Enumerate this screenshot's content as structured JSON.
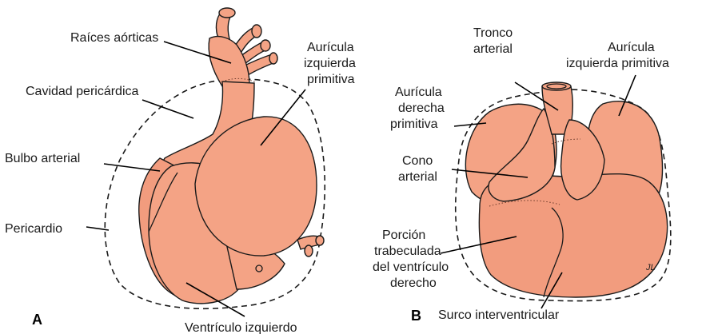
{
  "panel_a": {
    "letter": "A",
    "labels": {
      "aortic_roots": "Raíces aórticas",
      "left_atrium_1": "Aurícula",
      "left_atrium_2": "izquierda",
      "left_atrium_3": "primitiva",
      "pericardial_cavity": "Cavidad pericárdica",
      "bulbus": "Bulbo arterial",
      "pericardium": "Pericardio",
      "left_ventricle": "Ventrículo izquierdo"
    }
  },
  "panel_b": {
    "letter": "B",
    "labels": {
      "truncus_1": "Tronco",
      "truncus_2": "arterial",
      "left_atrium_1": "Aurícula",
      "left_atrium_2": "izquierda primitiva",
      "right_atrium_1": "Aurícula",
      "right_atrium_2": "derecha",
      "right_atrium_3": "primitiva",
      "conus_1": "Cono",
      "conus_2": "arterial",
      "trab_1": "Porción",
      "trab_2": "trabeculada",
      "trab_3": "del ventrículo",
      "trab_4": "derecho",
      "sulcus": "Surco interventricular",
      "signature": "JL"
    }
  },
  "colors": {
    "tissue": "#f4a385",
    "outline": "#1a1a1a"
  }
}
